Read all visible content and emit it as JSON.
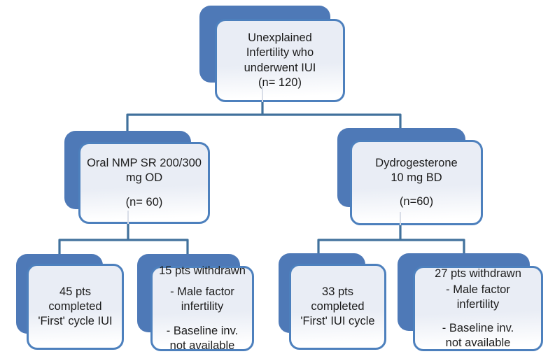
{
  "colors": {
    "back_box": "#4E79B7",
    "front_border": "#4D80BD",
    "front_fill_top": "#E9EDF5",
    "front_fill_bottom": "#FFFFFF",
    "connector": "#41719C",
    "tail": "#D9DEE8",
    "text": "#1B1B1B"
  },
  "nodes": {
    "root": {
      "paragraphs": [
        [
          "Unexplained",
          "Infertility who",
          "underwent IUI",
          "(n= 120)"
        ]
      ]
    },
    "oral_nmp": {
      "paragraphs": [
        [
          "Oral NMP SR 200/300",
          "mg OD"
        ],
        [
          "(n= 60)"
        ]
      ]
    },
    "dydrogesterone": {
      "paragraphs": [
        [
          "Dydrogesterone",
          "10 mg BD"
        ],
        [
          "(n=60)"
        ]
      ]
    },
    "nmp_completed": {
      "paragraphs": [
        [
          "45 pts",
          "completed",
          "'First' cycle IUI"
        ]
      ]
    },
    "nmp_withdrawn": {
      "paragraphs": [
        [
          "15 pts withdrawn"
        ],
        [
          "- Male factor",
          "infertility"
        ],
        [
          "- Baseline inv.",
          "not available"
        ]
      ]
    },
    "dyd_completed": {
      "paragraphs": [
        [
          "33 pts",
          "completed",
          "'First' IUI cycle"
        ]
      ]
    },
    "dyd_withdrawn": {
      "paragraphs": [
        [
          "27 pts withdrawn"
        ],
        [
          "- Male factor",
          "infertility"
        ],
        [
          "- Baseline inv.",
          "not available"
        ]
      ]
    }
  }
}
